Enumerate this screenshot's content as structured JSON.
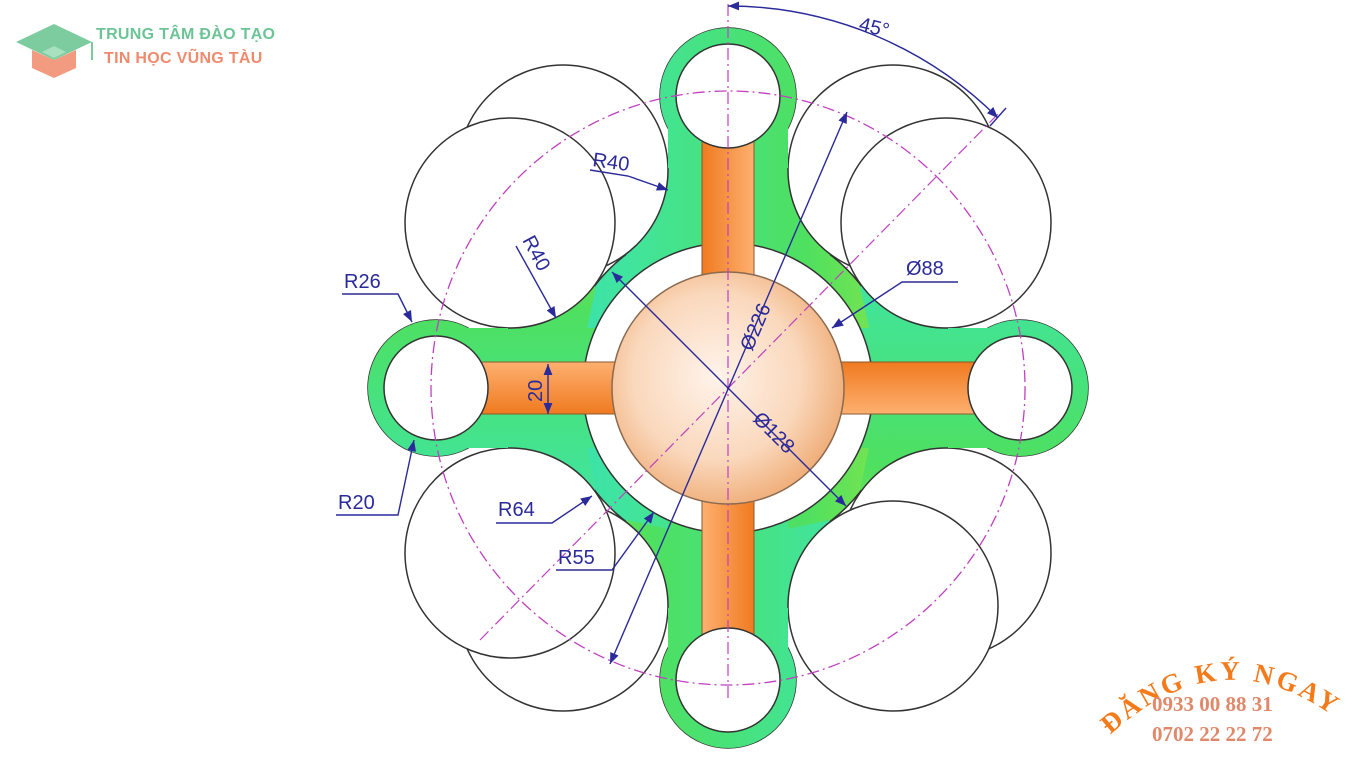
{
  "logo": {
    "line1": "TRUNG TÂM ĐÀO TẠO",
    "line2": "TIN HỌC VŨNG TÀU"
  },
  "drawing": {
    "dimensions": {
      "angle": "45°",
      "r40_top": "R40",
      "r40_left": "R40",
      "r26": "R26",
      "r20": "R20",
      "r64": "R64",
      "r55": "R55",
      "d88": "Ø88",
      "d226": "Ø226",
      "d128": "Ø128",
      "width20": "20"
    },
    "colors": {
      "dimension": "#2a2a9a",
      "centerline": "#c040c0",
      "bar": "#f07a20",
      "body_left": "#22d3e6",
      "body_mid": "#44e07a",
      "body_right": "#e8f020"
    }
  },
  "promo": {
    "title": "ĐĂNG KÝ NGAY",
    "phone1": "0933 00 88 31",
    "phone2": "0702 22 22 72"
  }
}
